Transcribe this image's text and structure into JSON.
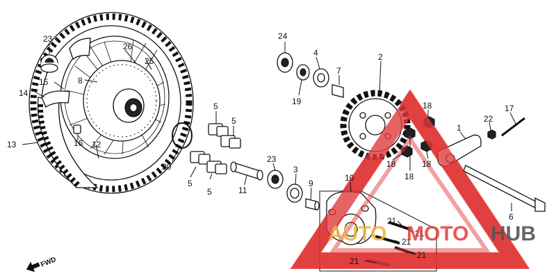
{
  "diagram": {
    "parts": [
      {
        "id": "23a",
        "label": "23"
      },
      {
        "id": "26",
        "label": "26"
      },
      {
        "id": "25",
        "label": "25"
      },
      {
        "id": "8",
        "label": "8"
      },
      {
        "id": "15",
        "label": "15"
      },
      {
        "id": "14",
        "label": "14"
      },
      {
        "id": "13",
        "label": "13"
      },
      {
        "id": "16",
        "label": "16"
      },
      {
        "id": "12",
        "label": "12"
      },
      {
        "id": "20",
        "label": "20"
      },
      {
        "id": "5a",
        "label": "5"
      },
      {
        "id": "5b",
        "label": "5"
      },
      {
        "id": "5c",
        "label": "5"
      },
      {
        "id": "5d",
        "label": "5"
      },
      {
        "id": "11",
        "label": "11"
      },
      {
        "id": "23b",
        "label": "23"
      },
      {
        "id": "3",
        "label": "3"
      },
      {
        "id": "9",
        "label": "9"
      },
      {
        "id": "10",
        "label": "10"
      },
      {
        "id": "24",
        "label": "24"
      },
      {
        "id": "4",
        "label": "4"
      },
      {
        "id": "7",
        "label": "7"
      },
      {
        "id": "19",
        "label": "19"
      },
      {
        "id": "2",
        "label": "2"
      },
      {
        "id": "18a",
        "label": "18"
      },
      {
        "id": "18b",
        "label": "18"
      },
      {
        "id": "18c",
        "label": "18"
      },
      {
        "id": "18d",
        "label": "18"
      },
      {
        "id": "1",
        "label": "1"
      },
      {
        "id": "22",
        "label": "22"
      },
      {
        "id": "17",
        "label": "17"
      },
      {
        "id": "6",
        "label": "6"
      },
      {
        "id": "21a",
        "label": "21"
      },
      {
        "id": "21b",
        "label": "21"
      },
      {
        "id": "21c",
        "label": "21"
      },
      {
        "id": "21d",
        "label": "21"
      },
      {
        "id": "21e",
        "label": "21"
      }
    ],
    "fwd_label": "FWD"
  },
  "watermark": {
    "word_a": "AUTO",
    "word_b": "MOTO",
    "word_c": "HUB",
    "colors": {
      "red": "#e23b3b",
      "gold": "#f0b43c",
      "gray": "#555555"
    }
  }
}
